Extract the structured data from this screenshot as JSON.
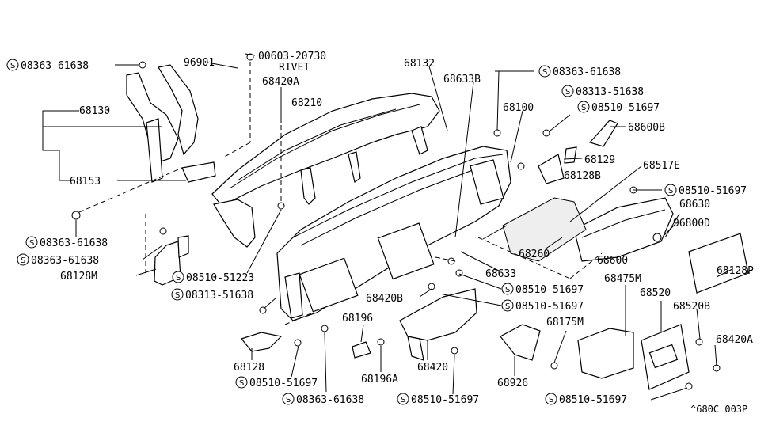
{
  "diagram": {
    "title": "Instrument panel parts diagram",
    "screw_symbol": "S",
    "figure_code": "^680C 003P",
    "labels": {
      "p08363_61638_a": "08363-61638",
      "p96901": "96901",
      "p00603_20730": "00603-20730",
      "rivet": "RIVET",
      "p68132": "68132",
      "p08363_61638_b": "08363-61638",
      "p68633b": "68633B",
      "p08313_51638_a": "08313-51638",
      "p68420a_top": "68420A",
      "p68210": "68210",
      "p68100": "68100",
      "p08510_51697_a": "08510-51697",
      "p68600b": "68600B",
      "p68130": "68130",
      "p68129": "68129",
      "p68517e": "68517E",
      "p68128b": "68128B",
      "p08510_51697_b": "08510-51697",
      "p68153": "68153",
      "p68630": "68630",
      "p96800d": "96800D",
      "p08363_61638_c": "08363-61638",
      "p08363_61638_d": "08363-61638",
      "p68260": "68260",
      "p68600": "68600",
      "p68128m": "68128M",
      "p68633": "68633",
      "p08510_51223": "08510-51223",
      "p68475m": "68475M",
      "p68520": "68520",
      "p68128p": "68128P",
      "p08510_51697_c": "08510-51697",
      "p08313_51638_b": "08313-51638",
      "p68420b": "68420B",
      "p08510_51697_d": "08510-51697",
      "p68520b": "68520B",
      "p68196": "68196",
      "p68175m": "68175M",
      "p68420a_right": "68420A",
      "p68128": "68128",
      "p68420": "68420",
      "p68926": "68926",
      "p08510_51697_e": "08510-51697",
      "p68196a": "68196A",
      "p08363_61638_e": "08363-61638",
      "p08510_51697_f": "08510-51697",
      "p08510_51697_g": "08510-51697"
    }
  }
}
